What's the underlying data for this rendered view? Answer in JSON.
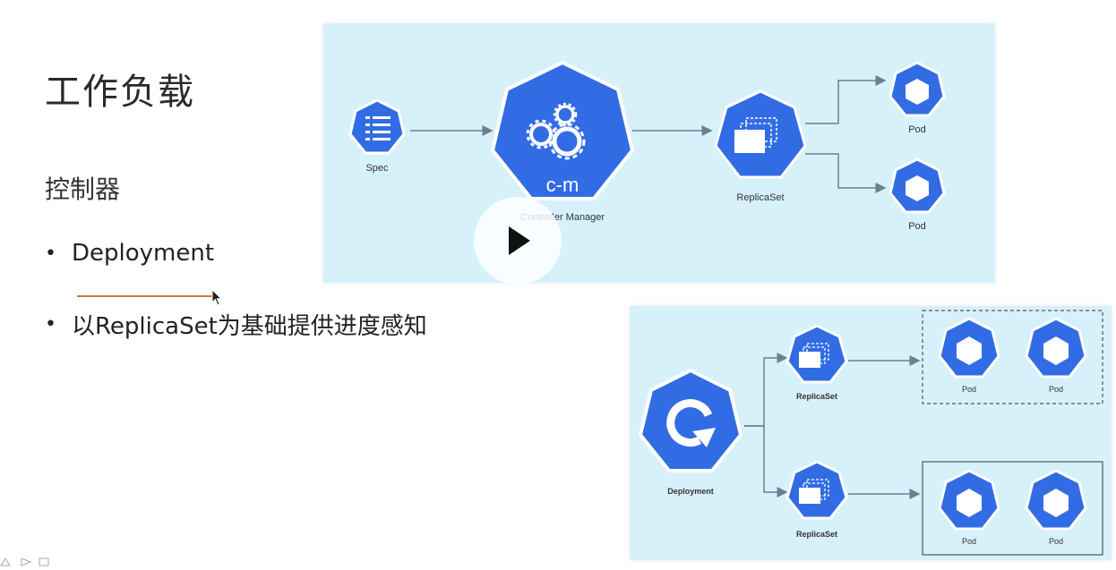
{
  "slide": {
    "title": "工作负载",
    "subtitle": "控制器",
    "bullets": [
      "Deployment",
      "以ReplicaSet为基础提供进度感知"
    ],
    "bullet_symbol": "•"
  },
  "diagram_top": {
    "spec_label": "Spec",
    "cm_badge": "c-m",
    "cm_label": "Controller Manager",
    "replicaset_label": "ReplicaSet",
    "pod_labels": [
      "Pod",
      "Pod"
    ]
  },
  "diagram_bottom": {
    "deployment_label": "Deployment",
    "replicaset_labels": [
      "ReplicaSet",
      "ReplicaSet"
    ],
    "pod_labels_top": [
      "Pod",
      "Pod"
    ],
    "pod_labels_bottom": [
      "Pod",
      "Pod"
    ]
  },
  "player": {
    "play_icon": "play-icon"
  },
  "colors": {
    "k8s_blue": "#326ce5",
    "panel_bg": "#d7f1fb",
    "underline": "#d9773a"
  }
}
